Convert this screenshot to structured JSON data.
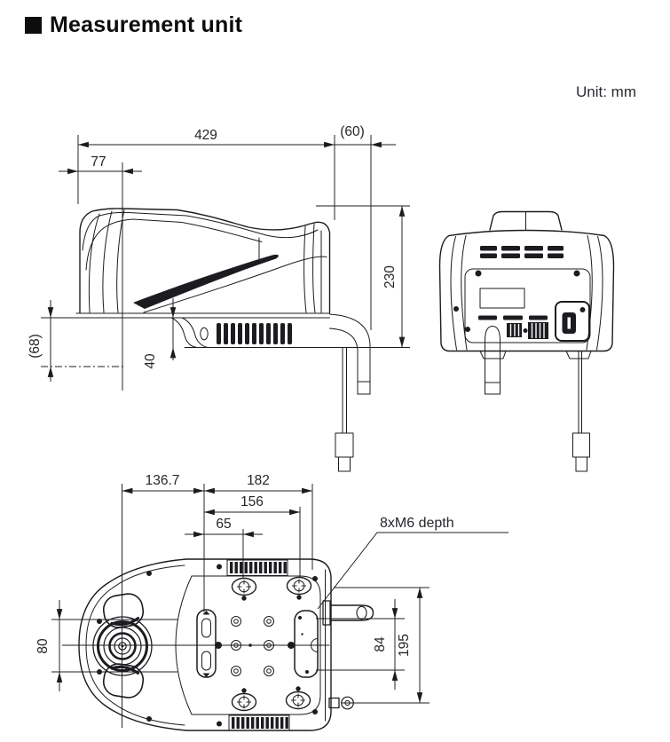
{
  "page": {
    "title": "Measurement unit",
    "unit_label": "Unit: mm"
  },
  "dims": {
    "side": {
      "total_width": "429",
      "cable_clearance": "(60)",
      "lens_offset": "77",
      "height": "230",
      "base_height": "(68)",
      "foot_height": "40"
    },
    "bottom": {
      "lens_to_mount": "136.7",
      "mount_width": "182",
      "mount_inner_width": "156",
      "slot_offset": "65",
      "thread_note": "8xM6 depth",
      "left_span": "80",
      "mount_span": "84",
      "overall_span": "195"
    }
  },
  "colors": {
    "line": "#1c1c20",
    "text": "#26262c",
    "paper": "#ffffff"
  }
}
